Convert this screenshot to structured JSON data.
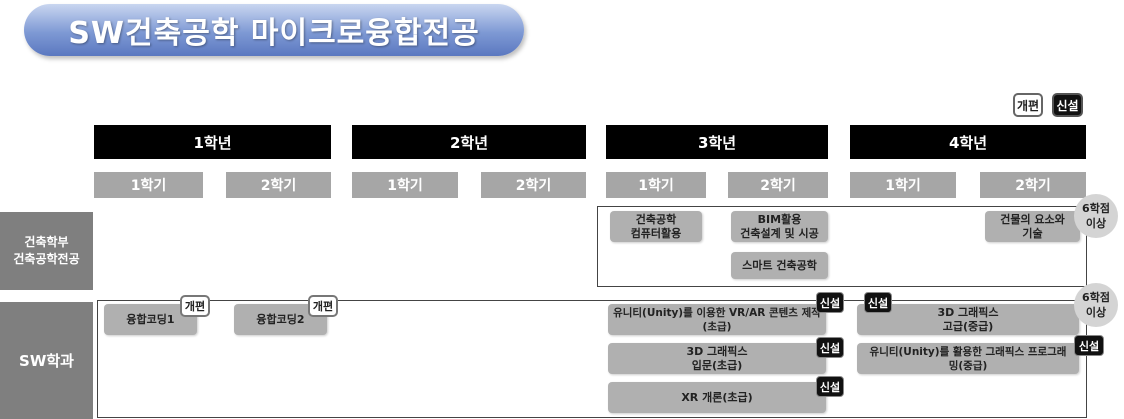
{
  "title": "SW건축공학  마이크로융합전공",
  "legend": {
    "open": "개편",
    "new": "신설"
  },
  "years": [
    "1학년",
    "2학년",
    "3학년",
    "4학년"
  ],
  "semesters": [
    "1학기",
    "2학기",
    "1학기",
    "2학기",
    "1학기",
    "2학기",
    "1학기",
    "2학기"
  ],
  "departments": {
    "architecture": "건축학부\n건축공학전공",
    "sw": "SW학과"
  },
  "credit_note": "6학점\n이상",
  "architecture_courses": {
    "computer_use": "건축공학\n컴퓨터활용",
    "bim": "BIM활용\n건축설계 및 시공",
    "smart": "스마트 건축공학",
    "elements": "건물의 요소와\n기술"
  },
  "sw_courses": {
    "coding1": "융합코딩1",
    "coding2": "융합코딩2",
    "unity_vrar": "유니티(Unity)를 이용한 VR/AR 콘텐츠 제작\n(초급)",
    "graphics_intro": "3D 그래픽스\n입문(초급)",
    "xr_intro": "XR 개론(초급)",
    "graphics_adv": "3D 그래픽스\n고급(중급)",
    "unity_graphics": "유니티(Unity)를 활용한 그래픽스 프로그래\n밍(중급)"
  }
}
